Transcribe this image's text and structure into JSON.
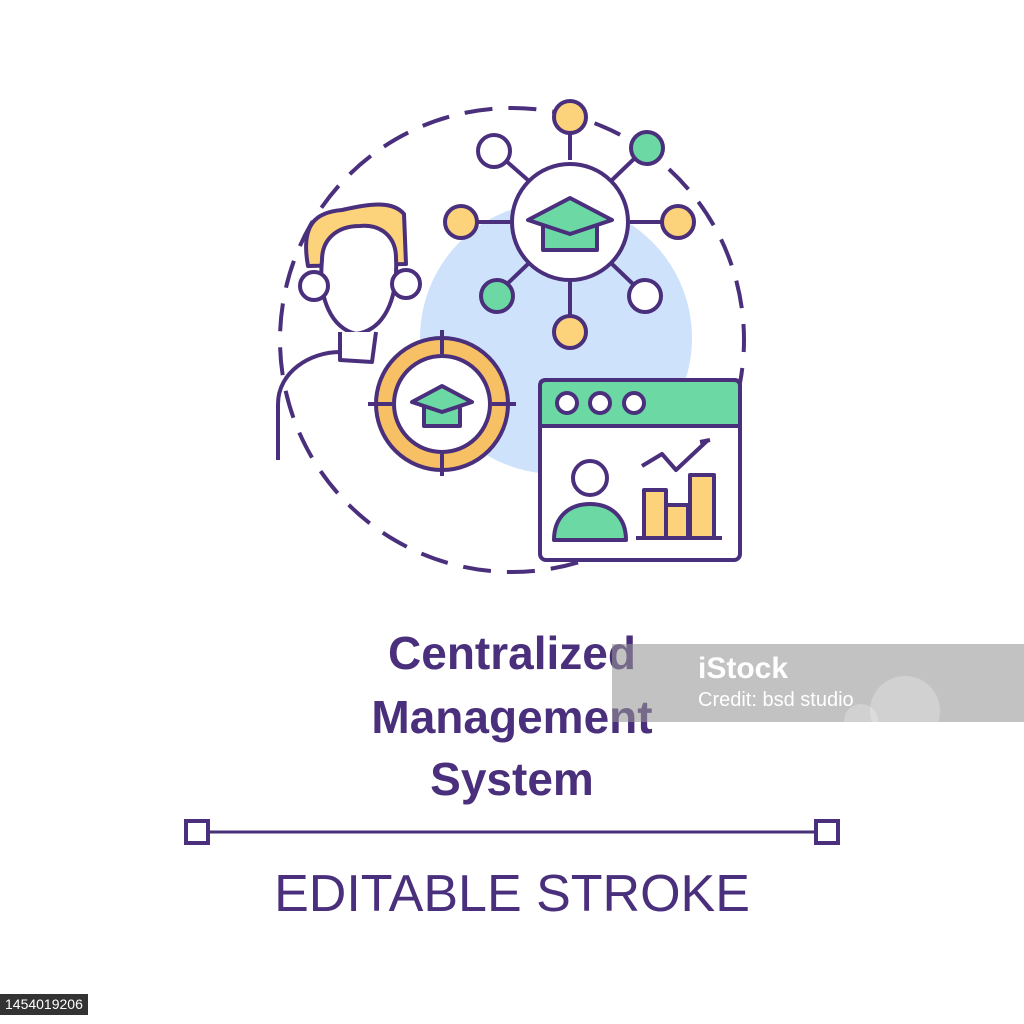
{
  "title": {
    "line1": "Centralized",
    "line2": "Management",
    "line3": "System"
  },
  "stroke_label": "EDITABLE STROKE",
  "watermark": {
    "logo": "iStock",
    "credit": "Credit: bsd studio"
  },
  "image_id": "1454019206",
  "colors": {
    "outline": "#4a2f7c",
    "yellow": "#fcd27a",
    "green": "#6cd8a4",
    "blue_bg": "#cfe2fb",
    "orange_ring": "#f7c065"
  },
  "icons": [
    "person-icon",
    "graduation-cap-icon",
    "network-icon",
    "target-icon",
    "dashboard-window-icon",
    "bar-chart-icon"
  ]
}
